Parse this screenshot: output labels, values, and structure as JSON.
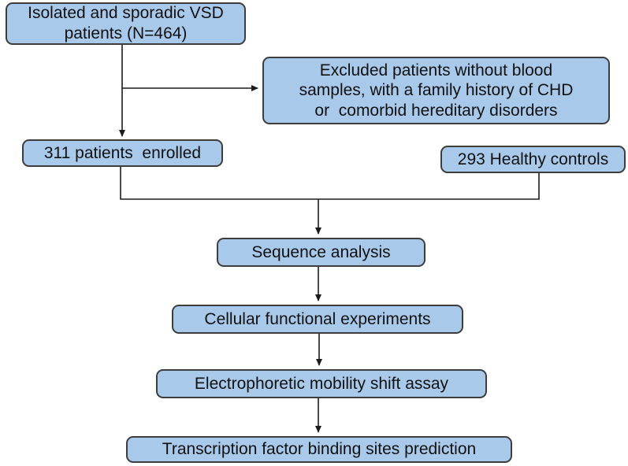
{
  "colors": {
    "node_fill": "#a9c9ea",
    "node_border": "#3d3d3d",
    "line": "#1c1c1c",
    "text": "#111111",
    "background": "#ffffff"
  },
  "nodes": {
    "vsd_patients": {
      "label": "Isolated and sporadic VSD\npatients (N=464)"
    },
    "excluded": {
      "label": "Excluded patients without blood\nsamples, with a family history of CHD\nor  comorbid hereditary disorders"
    },
    "enrolled": {
      "label": "311 patients  enrolled"
    },
    "healthy_controls": {
      "label": "293 Healthy controls"
    },
    "sequence_analysis": {
      "label": "Sequence analysis"
    },
    "cellular_experiments": {
      "label": "Cellular functional experiments"
    },
    "emsa": {
      "label": "Electrophoretic mobility shift assay"
    },
    "tfbs_prediction": {
      "label": "Transcription factor binding sites prediction"
    }
  }
}
